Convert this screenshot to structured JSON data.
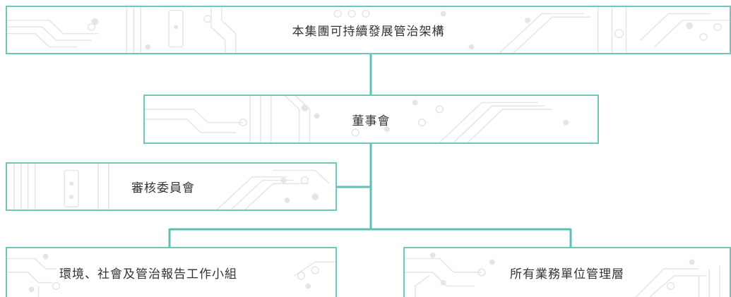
{
  "title": "本集團可持續發展管治架構",
  "nodes": {
    "board": "董事會",
    "audit_committee": "審核委員會",
    "esg_working_group": "環境、社會及管治報告工作小組",
    "business_management": "所有業務單位管理層"
  },
  "colors": {
    "border": "#6ec7bb",
    "connector": "#5fbfb2",
    "circuit": "#e3e6e5",
    "text": "#333333"
  }
}
